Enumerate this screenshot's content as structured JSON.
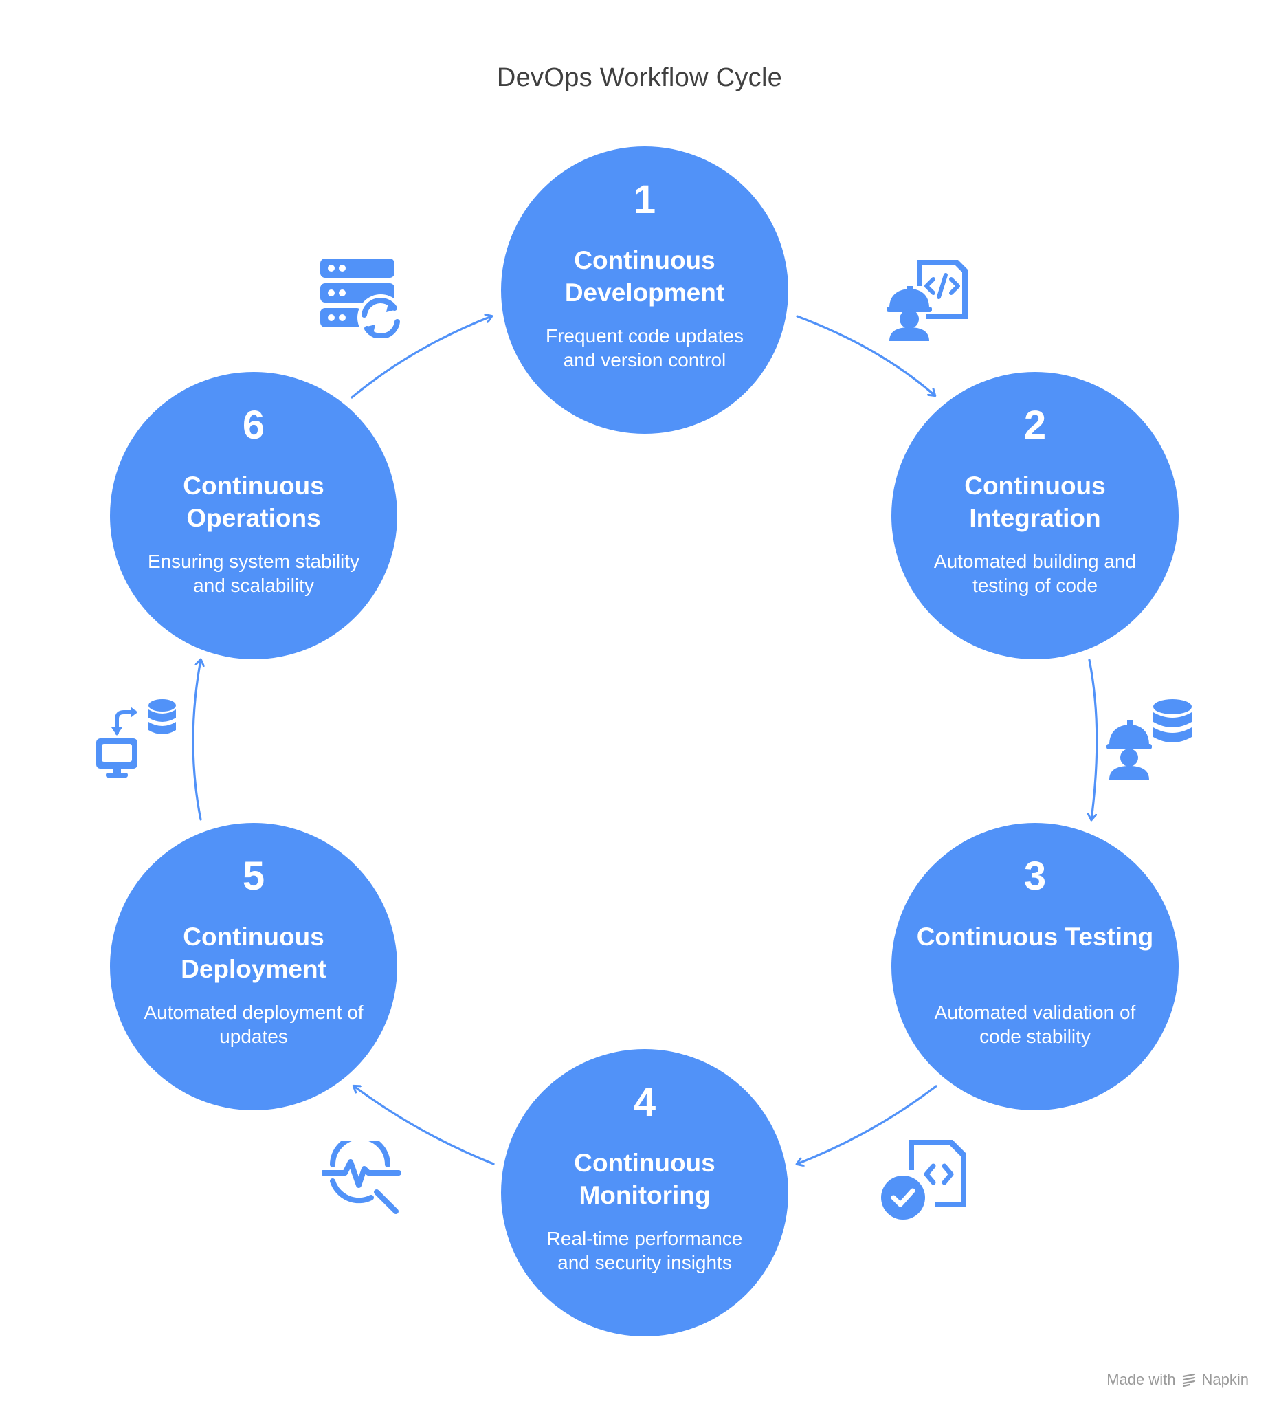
{
  "title": "DevOps Workflow Cycle",
  "accent_color": "#5192f8",
  "steps": [
    {
      "number": "1",
      "name": "Continuous Development",
      "description": "Frequent code updates and version control",
      "icon": "worker-code-icon"
    },
    {
      "number": "2",
      "name": "Continuous Integration",
      "description": "Automated building and testing of code",
      "icon": "worker-database-icon"
    },
    {
      "number": "3",
      "name": "Continuous Testing",
      "description": "Automated validation of code stability",
      "icon": "code-check-icon"
    },
    {
      "number": "4",
      "name": "Continuous Monitoring",
      "description": "Real-time performance and security insights",
      "icon": "monitoring-search-icon"
    },
    {
      "number": "5",
      "name": "Continuous Deployment",
      "description": "Automated deployment of updates",
      "icon": "computer-database-transfer-icon"
    },
    {
      "number": "6",
      "name": "Continuous Operations",
      "description": "Ensuring system stability and scalability",
      "icon": "server-sync-icon"
    }
  ],
  "footer": {
    "made_with": "Made with",
    "brand": "Napkin"
  }
}
